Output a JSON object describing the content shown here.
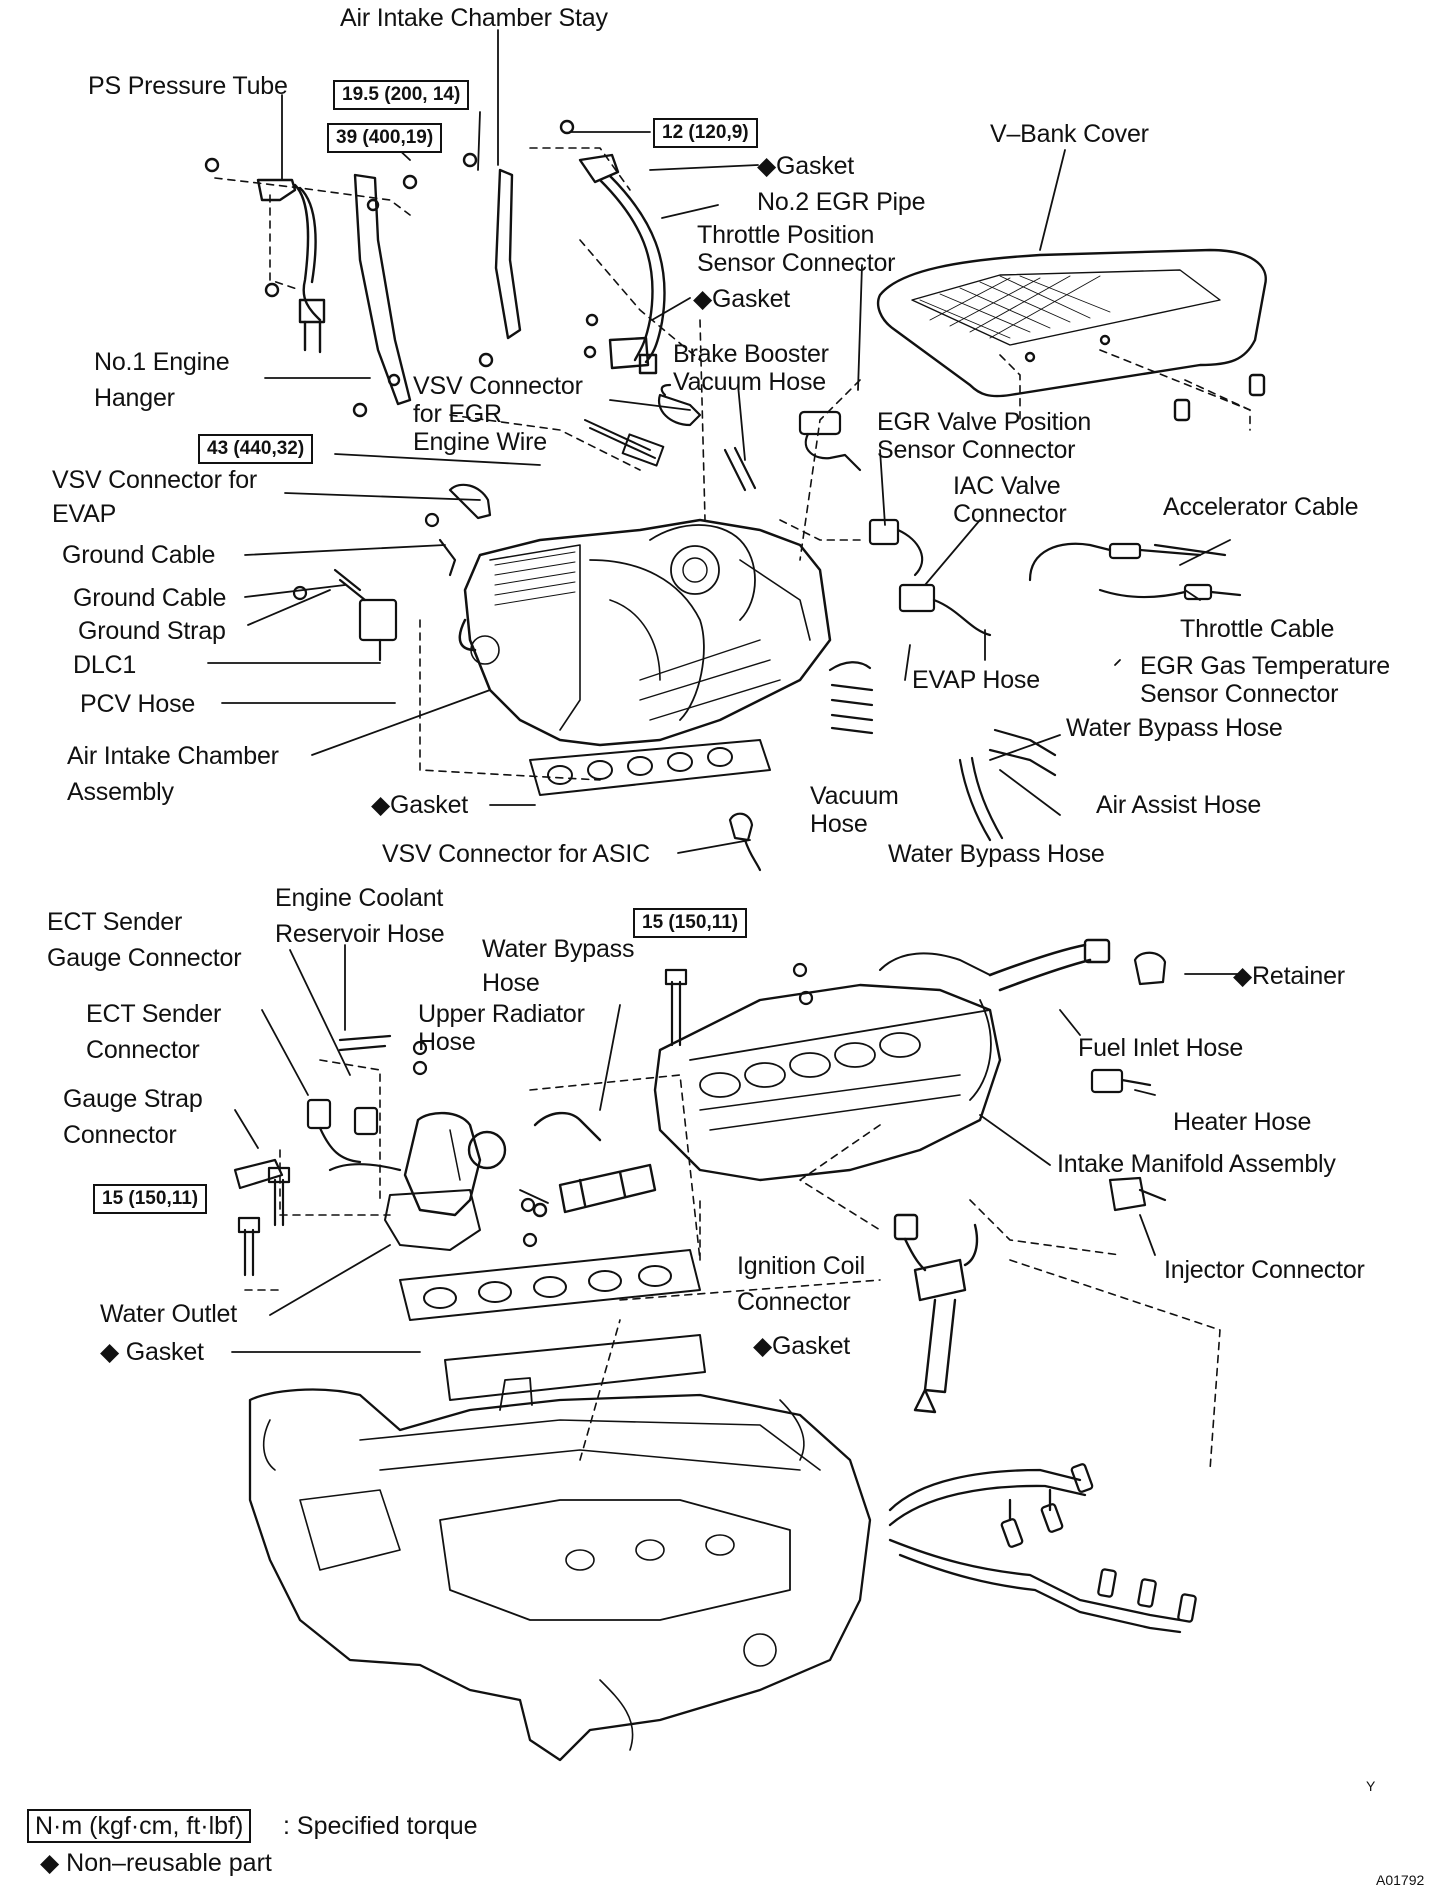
{
  "labels": {
    "air_intake_chamber_stay": "Air Intake Chamber Stay",
    "ps_pressure_tube": "PS Pressure Tube",
    "gasket": "◆Gasket",
    "no2_egr_pipe": "No.2 EGR Pipe",
    "v_bank_cover": "V–Bank Cover",
    "throttle_position_sensor_connector": "Throttle Position\nSensor Connector",
    "no1_engine_hanger": "No.1 Engine\nHanger",
    "brake_booster_vacuum_hose": "Brake Booster\nVacuum Hose",
    "vsv_connector_for_egr": "VSV Connector\nfor EGR",
    "engine_wire": "Engine Wire",
    "egr_valve_position_sensor_connector": "EGR Valve Position\nSensor Connector",
    "vsv_connector_for_evap": "VSV Connector for\nEVAP",
    "iac_valve_connector": "IAC Valve\nConnector",
    "accelerator_cable": "Accelerator Cable",
    "ground_cable": "Ground Cable",
    "ground_strap": "Ground Strap",
    "throttle_cable": "Throttle Cable",
    "dlc1": "DLC1",
    "egr_gas_temperature_sensor_connector": "EGR Gas Temperature\nSensor Connector",
    "pcv_hose": "PCV Hose",
    "evap_hose": "EVAP Hose",
    "water_bypass_hose": "Water Bypass Hose",
    "air_intake_chamber_assembly": "Air Intake Chamber\nAssembly",
    "air_assist_hose": "Air Assist Hose",
    "vacuum_hose": "Vacuum\nHose",
    "vsv_connector_for_asic": "VSV Connector for ASIC",
    "engine_coolant_reservoir_hose": "Engine Coolant\nReservoir Hose",
    "ect_sender_gauge_connector": "ECT Sender\nGauge Connector",
    "water_bypass_hose_2": "Water Bypass\nHose",
    "retainer": "◆Retainer",
    "ect_sender_connector": "ECT Sender\nConnector",
    "upper_radiator_hose": "Upper Radiator\nHose",
    "fuel_inlet_hose": "Fuel Inlet Hose",
    "gauge_strap_connector": "Gauge Strap\nConnector",
    "heater_hose": "Heater Hose",
    "intake_manifold_assembly": "Intake Manifold Assembly",
    "injector_connector": "Injector Connector",
    "ignition_coil_connector": "Ignition Coil\nConnector",
    "water_outlet": "Water Outlet",
    "gasket_spaced": "◆ Gasket"
  },
  "torques": {
    "t195": "19.5 (200, 14)",
    "t39": "39 (400,19)",
    "t12": "12 (120,9)",
    "t43": "43 (440,32)",
    "t15a": "15 (150,11)",
    "t15b": "15 (150,11)"
  },
  "legend": {
    "torque_box": "N·m (kgf·cm, ft·lbf)",
    "torque_text": ": Specified torque",
    "nonreusable": "◆ Non–reusable part"
  },
  "corner": {
    "y_mark": "Y",
    "code": "A01792"
  }
}
